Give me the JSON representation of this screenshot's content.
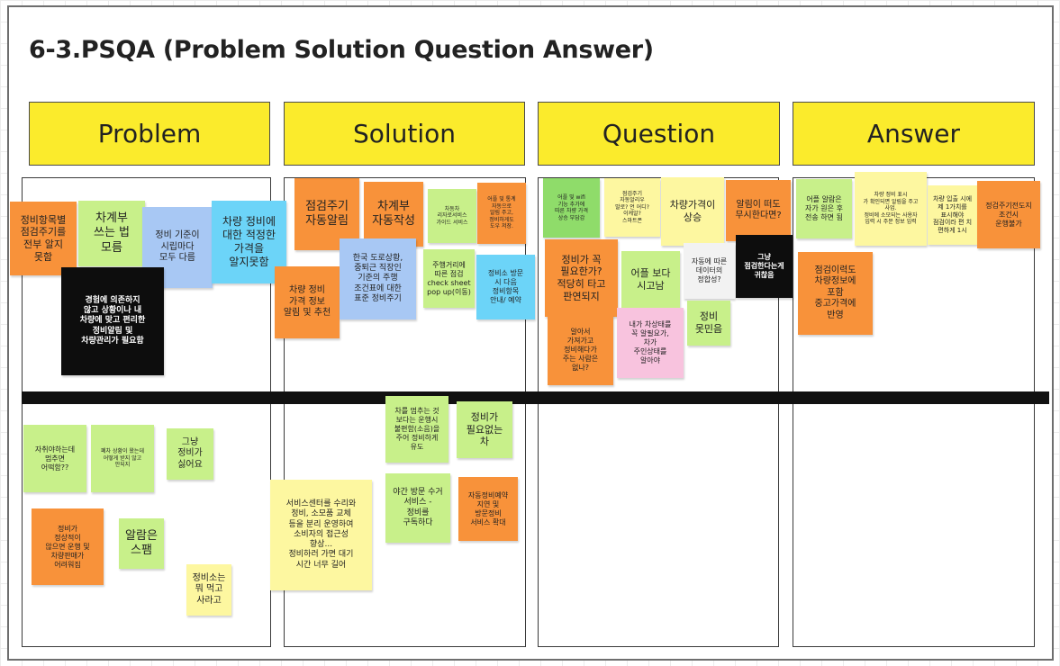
{
  "title": "6-3.PSQA (Problem Solution Question Answer)",
  "columns": {
    "problem": "Problem",
    "solution": "Solution",
    "question": "Question",
    "answer": "Answer"
  },
  "colors": {
    "header": "#fbeb2c",
    "orange": "#f8923a",
    "green": "#c8f08a",
    "blue": "#a8c8f4",
    "cyan": "#6cd4f8",
    "yellow": "#fdf7a0",
    "pink": "#f8c3de",
    "black": "#0d0d0d"
  },
  "notes": {
    "p1": "정비항목별\n점검주기를\n전부 알지\n못함",
    "p2": "차계부\n쓰는 법\n모름",
    "p3": "정비 기준이\n시립마다\n모두 다름",
    "p4": "차량 정비에\n대한 적정한\n가격을\n알지못함",
    "p5": "경험에 의존하지\n않고 상황이나 내\n차량에 맞고 편리한\n정비알림 및\n차량관리가 필요함",
    "p6": "자취야하는데\n멈추면\n어떡함??",
    "p7": "폐차 상황이 왔는데\n어떻게 받지 않고\n안되지",
    "p8": "그냥\n정비가\n싫어요",
    "p9": "정비가\n정상적이\n않으면 운행 및\n차량판매가\n어려워짐",
    "p10": "알람은\n스팸",
    "p11": "정비소는\n뭐 먹고\n사라고",
    "s1": "점검주기\n자동알림",
    "s2": "차계부\n자동작성",
    "s3": "차량 정비\n가격 정보\n알림 및 추천",
    "s4": "한국 도로상황,\n중퇴근 직장인\n기준의 주행\n조건표에 대한\n표준 정비주기",
    "s5": "차동차\n리자로서비스\n가이드 서비스",
    "s6": "어플 및 통계\n자동으로\n알림 주고,\n정비하게도\n도우 저장.",
    "s7": "주행거리에\n따른 점검\ncheck sheet\npop up(이동)",
    "s8": "정비소 방문\n시 다음\n정비항목\n안내/ 예약",
    "s9": "차를 멈추는 것\n보다는 운행시\n불편함(소음)을\n주어 정비하게\n유도",
    "s10": "정비가\n필요없는\n차",
    "s11": "서비스센터를 수리와\n정비, 소모품 교체\n등을 분리 운영하여\n소비자의 접근성\n향상...\n정비하러 가면 대기\n시간 너무 길어",
    "s12": "야간 방문 수거\n서비스 -\n정비를\n구독하다",
    "s13": "자동정비예약\n지연 및\n방문정비\n서비스 확대",
    "q1": "어플 및 wifi\n기능 추가에\n따른 차량 가격\n상승 부담감",
    "q2": "점검주기\n자동알리우\n말로? 언 어디?\n이케알?\n스마트폰",
    "q3": "차량가격이\n상승",
    "q4": "알림이 떠도\n무시한다면?",
    "q5": "정비가 꼭\n필요한가?\n적당히 타고\n판연되지",
    "q6": "어플 보다\n시고남",
    "q7": "자동에 따른\n데이터의\n정합성?",
    "q8": "그냥\n점검한다는게\n귀찮음",
    "q9": "알아서\n가져가고\n정비해다가\n주는 사람은\n없나?",
    "q10": "내가 차상태를\n꼭 알필요가,\n차가\n주인상태를\n알아야",
    "q11": "정비\n못민음",
    "a1": "어플 알람은\n자가 원은 후\n전송 하면 됨",
    "a2": "차량 정비 표시\n가 확인되면 알림을 주고\n사업.\n정비에 소모되는 사용자\n입력 시 주문 정보 입력",
    "a3": "차량 입출 시에\n제 1가치를\n표시해야\n점검이라 편 치\n편하게 1시",
    "a4": "정검주기전도지\n조건시\n운행불가",
    "a5": "점검이력도\n차량정보에\n포함\n중고가격에\n반영"
  }
}
